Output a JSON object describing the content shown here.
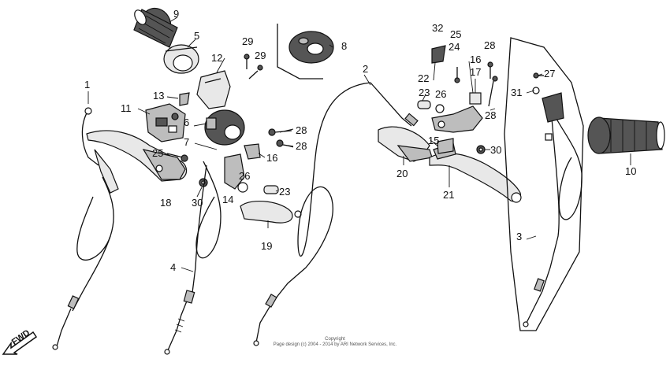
{
  "part_labels": [
    "1",
    "2",
    "3",
    "4",
    "5",
    "6",
    "7",
    "8",
    "9",
    "10",
    "11",
    "12",
    "13",
    "14",
    "15",
    "16",
    "16",
    "17",
    "18",
    "19",
    "20",
    "21",
    "22",
    "23",
    "23",
    "24",
    "25",
    "25",
    "26",
    "26",
    "27",
    "28",
    "28",
    "28",
    "28",
    "29",
    "29",
    "30",
    "30",
    "31",
    "32"
  ],
  "copyright": {
    "line1": "Copyright",
    "line2": "Page design (c) 2004 - 2014 by ARI Network Services, Inc."
  },
  "direction": {
    "label": "FWD"
  }
}
